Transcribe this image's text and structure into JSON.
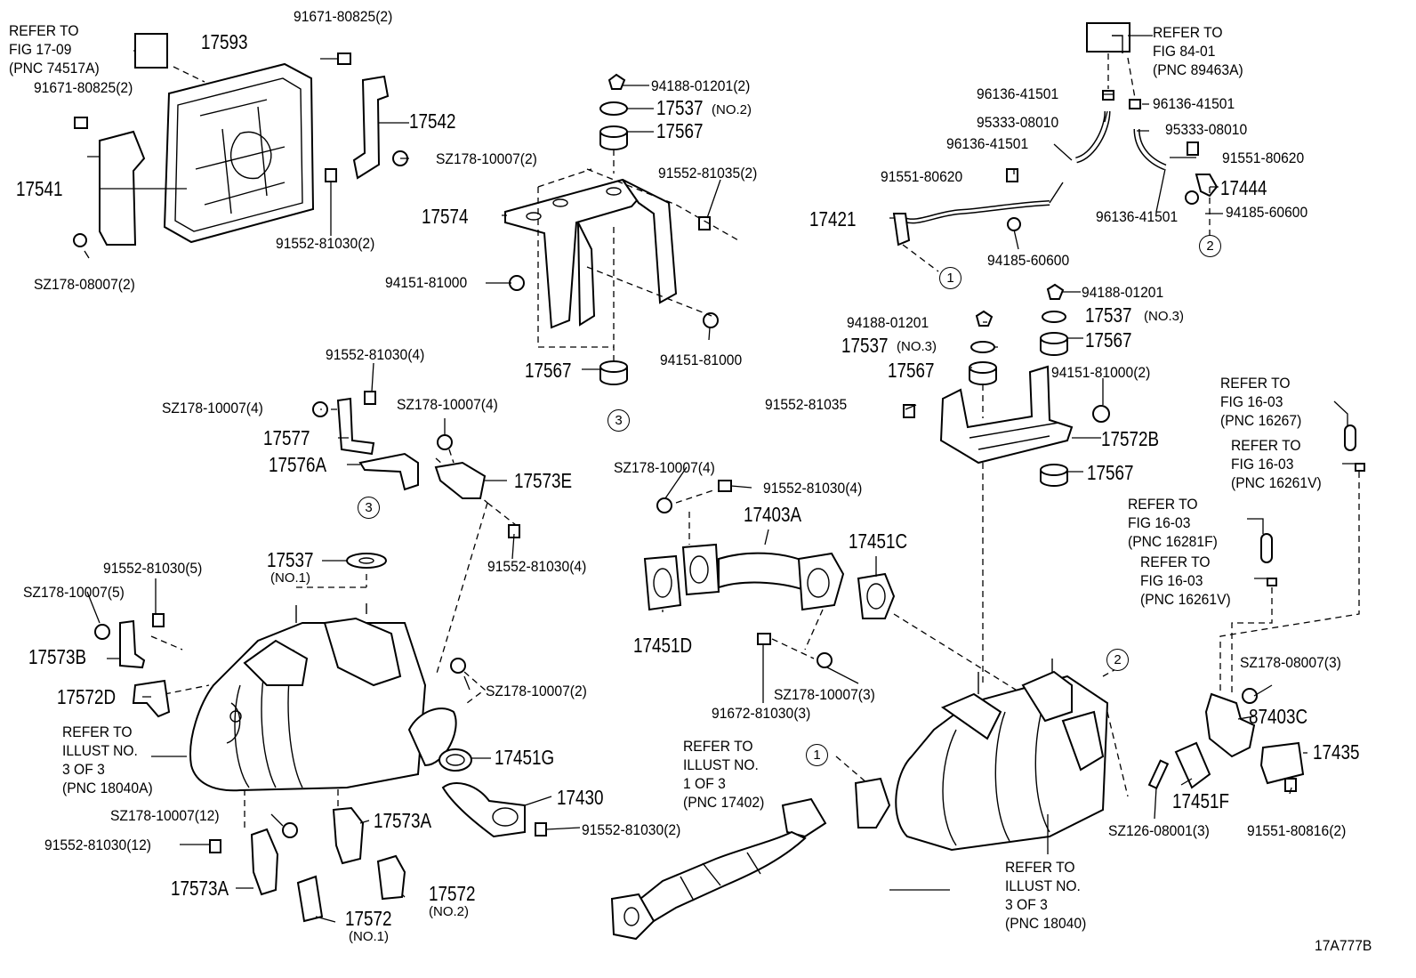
{
  "diagram_code": "17A777B",
  "circle_refs": [
    "1",
    "2",
    "3"
  ],
  "callouts": {
    "c17593": "17593",
    "c17541": "17541",
    "c17542": "17542",
    "c91671a": "91671-80825(2)",
    "c91671b": "91671-80825(2)",
    "csz_a": "SZ178-10007(2)",
    "csz_b": "SZ178-08007(2)",
    "c91552_2": "91552-81030(2)",
    "c94188a": "94188-01201(2)",
    "c17537a": "17537",
    "c17537a_n": "(NO.2)",
    "c17567a": "17567",
    "c91552_35_2": "91552-81035(2)",
    "c17574": "17574",
    "c94151a": "94151-81000",
    "c94151b": "94151-81000",
    "c17567b": "17567",
    "c96136a": "96136-41501",
    "c96136b": "96136-41501",
    "c96136c": "96136-41501",
    "c96136d": "96136-41501",
    "c95333a": "95333-08010",
    "c95333b": "95333-08010",
    "c91551a": "91551-80620",
    "c91551b": "91551-80620",
    "c17444": "17444",
    "c94185a": "94185-60600",
    "c17421": "17421",
    "c94185b": "94185-60600",
    "c94188b": "94188-01201",
    "c17537b": "17537",
    "c17537b_n": "(NO.3)",
    "c17567c": "17567",
    "c94188c": "94188-01201",
    "c17537c": "17537",
    "c17537c_n": "(NO.3)",
    "c17567d": "17567",
    "c94151c": "94151-81000(2)",
    "c91552_35": "91552-81035",
    "c17572b": "17572B",
    "c17567e": "17567",
    "c91552_4a": "91552-81030(4)",
    "csz_4a": "SZ178-10007(4)",
    "csz_4b": "SZ178-10007(4)",
    "c17577": "17577",
    "c17576a": "17576A",
    "c17573e": "17573E",
    "c91552_4b": "91552-81030(4)",
    "c17537d": "17537",
    "c17537d_n": "(NO.1)",
    "c91552_5": "91552-81030(5)",
    "csz_5": "SZ178-10007(5)",
    "c17573b": "17573B",
    "c17572d": "17572D",
    "csz_2b": "SZ178-10007(2)",
    "c17451g": "17451G",
    "c17430": "17430",
    "c91552_2b": "91552-81030(2)",
    "csz_12": "SZ178-10007(12)",
    "c91552_12": "91552-81030(12)",
    "c17573a1": "17573A",
    "c17573a2": "17573A",
    "c17572a": "17572",
    "c17572a_n": "(NO.2)",
    "c17572b2": "17572",
    "c17572b2_n": "(NO.1)",
    "csz_4c": "SZ178-10007(4)",
    "c91552_4c": "91552-81030(4)",
    "c17403a": "17403A",
    "c17451d": "17451D",
    "c17451c": "17451C",
    "c91672": "91672-81030(3)",
    "csz_3": "SZ178-10007(3)",
    "csz_08_3": "SZ178-08007(3)",
    "c87403c": "87403C",
    "c17435": "17435",
    "c17451f": "17451F",
    "csz126": "SZ126-08001(3)",
    "c91551_816": "91551-80816(2)"
  },
  "refs": {
    "r1709": "REFER TO\nFIG 17-09\n(PNC 74517A)",
    "r8401": "REFER TO\nFIG 84-01\n(PNC 89463A)",
    "r1603a": "REFER TO\nFIG 16-03\n(PNC 16267)",
    "r1603b": "REFER TO\nFIG 16-03\n(PNC 16261V)",
    "r1603c": "REFER TO\nFIG 16-03\n(PNC 16281F)",
    "r1603d": "REFER TO\nFIG 16-03\n(PNC 16261V)",
    "r3of3a": "REFER TO\nILLUST NO.\n3 OF 3\n(PNC 18040A)",
    "r1of3": "REFER TO\nILLUST NO.\n1 OF 3\n(PNC 17402)",
    "r3of3b": "REFER TO\nILLUST NO.\n3 OF 3\n(PNC 18040)"
  }
}
